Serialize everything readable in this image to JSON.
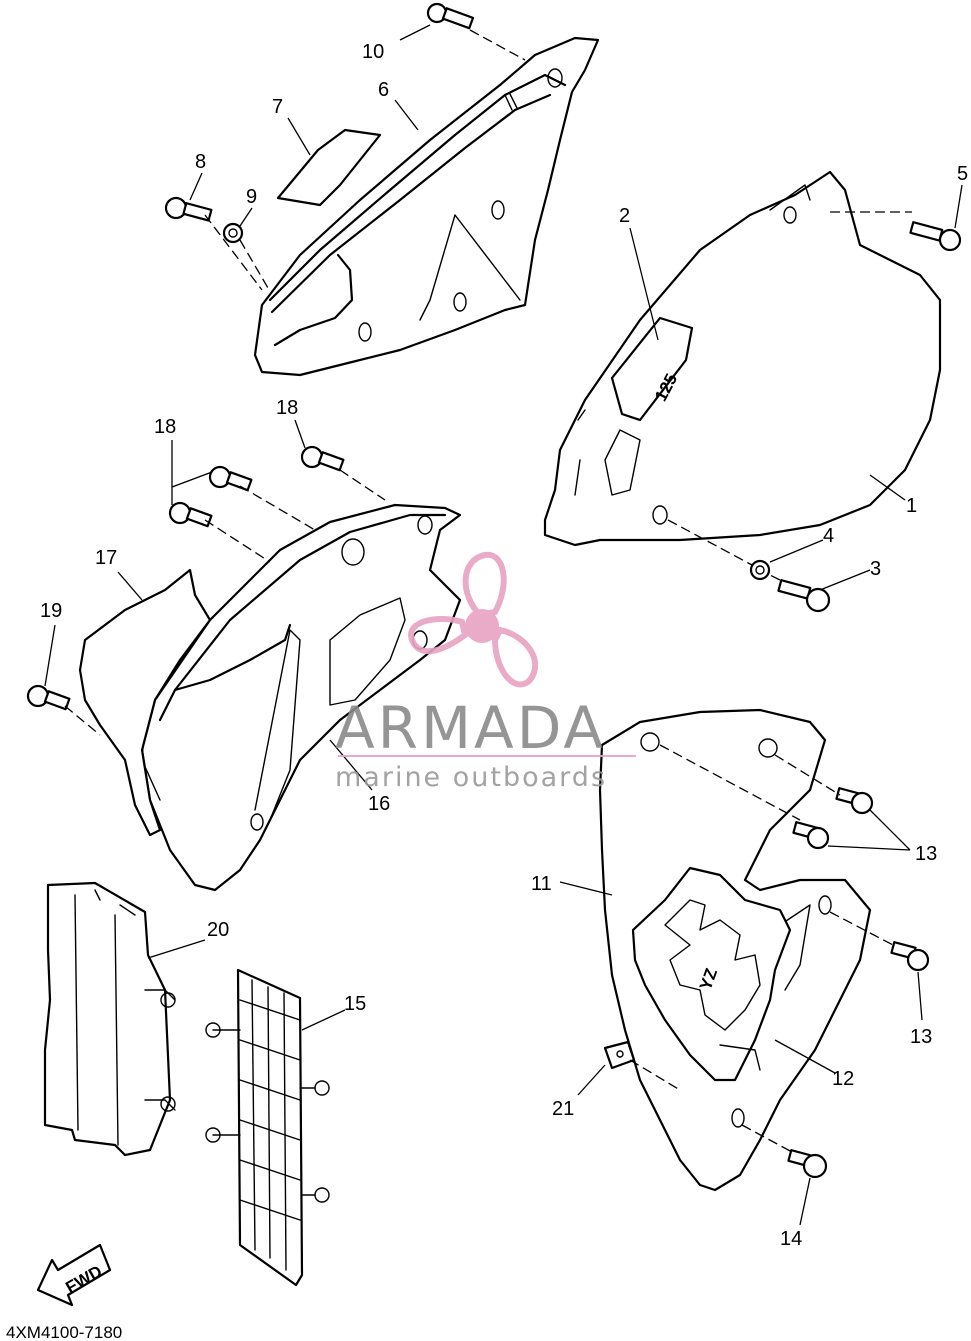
{
  "callouts": {
    "p1": "1",
    "p2": "2",
    "p3": "3",
    "p4": "4",
    "p5": "5",
    "p6": "6",
    "p7": "7",
    "p8": "8",
    "p9": "9",
    "p10": "10",
    "p11": "11",
    "p12": "12",
    "p13a": "13",
    "p13b": "13",
    "p14": "14",
    "p15": "15",
    "p16": "16",
    "p17": "17",
    "p18a": "18",
    "p18b": "18",
    "p19": "19",
    "p20": "20",
    "p21": "21"
  },
  "decal_text": {
    "side_cover": "125",
    "shroud": "YZ"
  },
  "direction_label": "FWD",
  "diagram_code": "4XM4100-7180",
  "watermark": {
    "title": "ARMADA",
    "subtitle": "marine outboards",
    "logo_color": "#e8a3c3"
  }
}
